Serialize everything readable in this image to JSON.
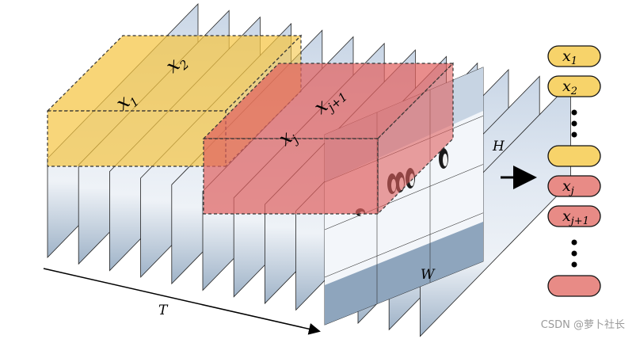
{
  "diagram": {
    "frames_count": 13,
    "axis_labels": {
      "time": "T",
      "height": "H",
      "width": "W"
    },
    "patches": [
      {
        "id": "x1",
        "base": "x",
        "sub": "1",
        "group": "yellow"
      },
      {
        "id": "x2",
        "base": "x",
        "sub": "2",
        "group": "yellow"
      },
      {
        "id": "xj",
        "base": "x",
        "sub": "j",
        "group": "red"
      },
      {
        "id": "xj1",
        "base": "x",
        "sub": "j+1",
        "group": "red"
      }
    ],
    "tokens": [
      {
        "base": "x",
        "sub": "1",
        "color": "yellow"
      },
      {
        "base": "x",
        "sub": "2",
        "color": "yellow"
      },
      {
        "ellipsis": true
      },
      {
        "base": "",
        "sub": "",
        "color": "yellow"
      },
      {
        "base": "x",
        "sub": "j",
        "color": "red"
      },
      {
        "base": "x",
        "sub": "j+1",
        "color": "red"
      },
      {
        "ellipsis": true
      },
      {
        "base": "",
        "sub": "",
        "color": "red"
      }
    ],
    "colors": {
      "yellow_fill": "#f5c542",
      "yellow_stroke": "#c89b00",
      "red_fill": "#e0615f",
      "red_stroke": "#a83232",
      "token_yellow": "#f7d36a",
      "token_red": "#e88b86",
      "frame_sky": "#b9c9dc",
      "frame_snow": "#eef2f7",
      "frame_water": "#9fb3c8"
    }
  },
  "watermark": "CSDN @萝卜社长"
}
